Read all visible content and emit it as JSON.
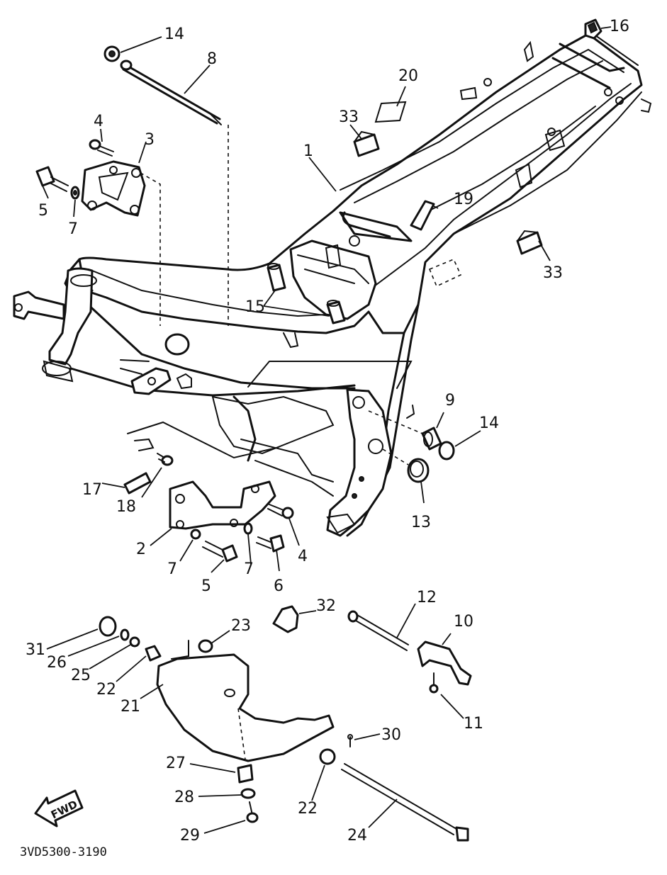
{
  "diagram": {
    "drawing_code": "3VD5300-3190",
    "direction_label": "FWD",
    "callouts": [
      {
        "id": "c-14a",
        "label": "14"
      },
      {
        "id": "c-8",
        "label": "8"
      },
      {
        "id": "c-16",
        "label": "16"
      },
      {
        "id": "c-20",
        "label": "20"
      },
      {
        "id": "c-33a",
        "label": "33"
      },
      {
        "id": "c-4a",
        "label": "4"
      },
      {
        "id": "c-3",
        "label": "3"
      },
      {
        "id": "c-1",
        "label": "1"
      },
      {
        "id": "c-5a",
        "label": "5"
      },
      {
        "id": "c-7a",
        "label": "7"
      },
      {
        "id": "c-19",
        "label": "19"
      },
      {
        "id": "c-33b",
        "label": "33"
      },
      {
        "id": "c-15",
        "label": "15"
      },
      {
        "id": "c-9",
        "label": "9"
      },
      {
        "id": "c-14b",
        "label": "14"
      },
      {
        "id": "c-17",
        "label": "17"
      },
      {
        "id": "c-18",
        "label": "18"
      },
      {
        "id": "c-13",
        "label": "13"
      },
      {
        "id": "c-2",
        "label": "2"
      },
      {
        "id": "c-4b",
        "label": "4"
      },
      {
        "id": "c-7b",
        "label": "7"
      },
      {
        "id": "c-7c",
        "label": "7"
      },
      {
        "id": "c-5b",
        "label": "5"
      },
      {
        "id": "c-6",
        "label": "6"
      },
      {
        "id": "c-32",
        "label": "32"
      },
      {
        "id": "c-12",
        "label": "12"
      },
      {
        "id": "c-10",
        "label": "10"
      },
      {
        "id": "c-23",
        "label": "23"
      },
      {
        "id": "c-31",
        "label": "31"
      },
      {
        "id": "c-26",
        "label": "26"
      },
      {
        "id": "c-25",
        "label": "25"
      },
      {
        "id": "c-22a",
        "label": "22"
      },
      {
        "id": "c-21",
        "label": "21"
      },
      {
        "id": "c-11",
        "label": "11"
      },
      {
        "id": "c-30",
        "label": "30"
      },
      {
        "id": "c-27",
        "label": "27"
      },
      {
        "id": "c-28",
        "label": "28"
      },
      {
        "id": "c-22b",
        "label": "22"
      },
      {
        "id": "c-29",
        "label": "29"
      },
      {
        "id": "c-24",
        "label": "24"
      }
    ]
  }
}
